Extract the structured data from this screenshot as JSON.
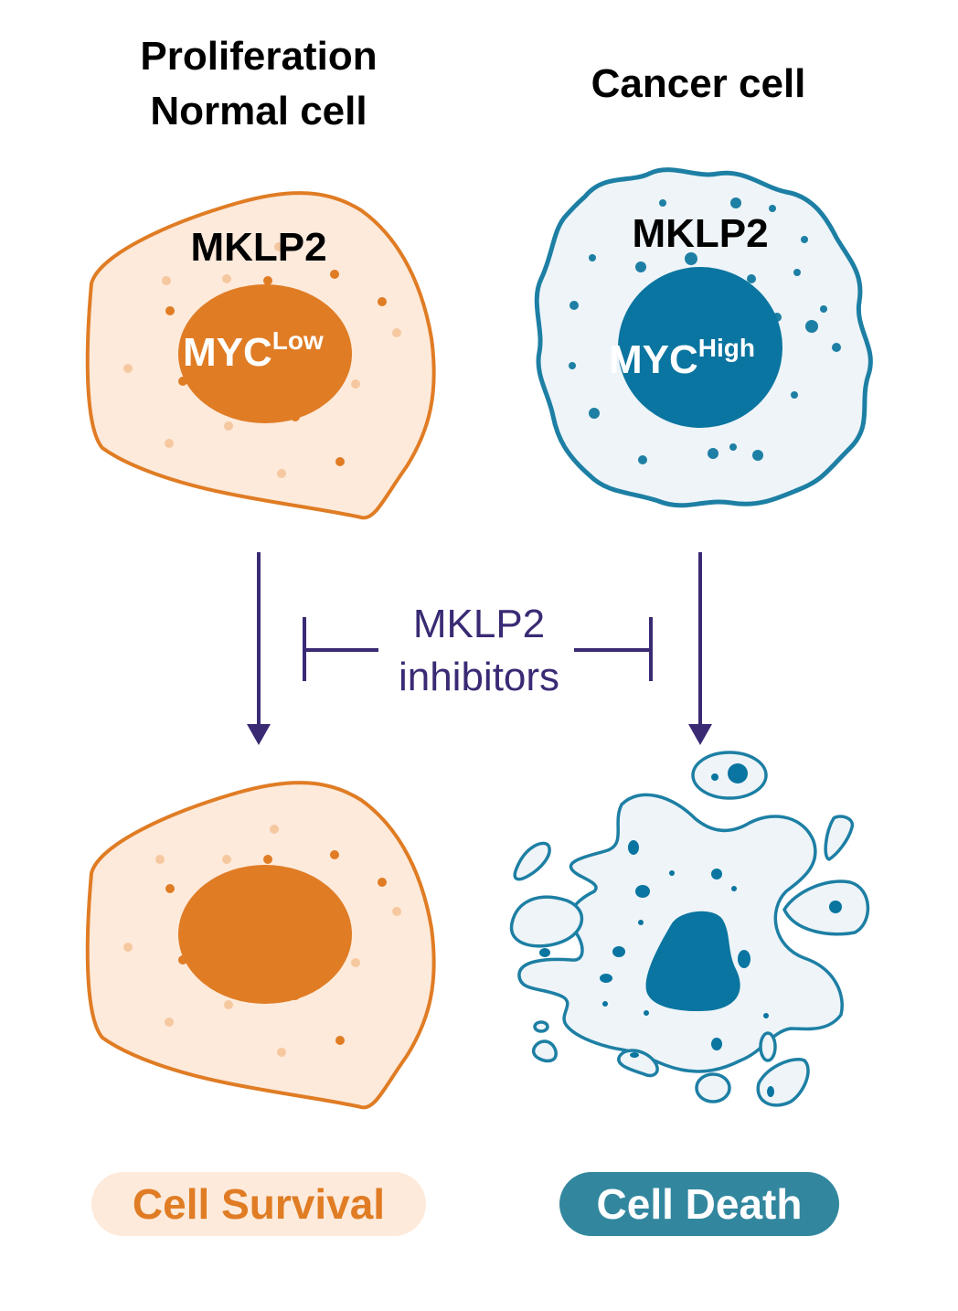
{
  "colors": {
    "normal_stroke": "#e07c24",
    "normal_fill": "#fdeadb",
    "normal_nucleus": "#e07c24",
    "normal_dot_light": "#f6c8a0",
    "cancer_stroke": "#1d7fa4",
    "cancer_fill": "#eef4f8",
    "cancer_nucleus": "#0a75a0",
    "arrow": "#3a2a74",
    "death_pill": "#32879f",
    "survival_pill": "#fdeadb"
  },
  "left_column": {
    "title_line1": "Proliferation",
    "title_line2": "Normal cell",
    "protein_label": "MKLP2",
    "nucleus_label": "MYC",
    "nucleus_superscript": "Low",
    "outcome": "Cell Survival"
  },
  "right_column": {
    "title": "Cancer cell",
    "protein_label": "MKLP2",
    "nucleus_label": "MYC",
    "nucleus_superscript": "High",
    "outcome": "Cell Death"
  },
  "center": {
    "inhibitor_line1": "MKLP2",
    "inhibitor_line2": "inhibitors"
  }
}
